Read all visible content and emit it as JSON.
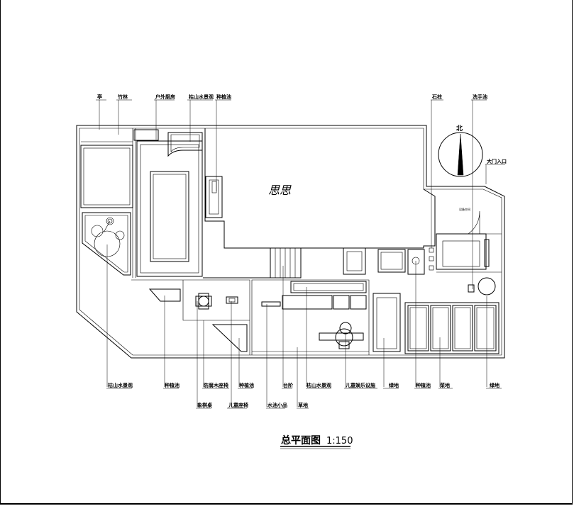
{
  "plan": {
    "room_name": "思思",
    "north": "北",
    "small_note": "设备空间",
    "title": "总平面图",
    "scale": "1:150"
  },
  "labels_top": {
    "pavilion": "亭",
    "bamboo": "竹林",
    "outdoor_kitchen": "户外厨房",
    "rockery_top": "枯山水景观",
    "planter_top": "种植池",
    "stone_column": "石柱",
    "wash_basin": "洗手池",
    "main_entrance": "大门入口"
  },
  "labels_bottom": {
    "rockery_left": "枯山水景观",
    "planter_1": "种植池",
    "wood_seat": "防腐木座椅",
    "planter_2": "种植池",
    "steps": "台阶",
    "rockery_mid": "枯山水景观",
    "kids_play": "儿童娱乐设施",
    "green_1": "绿地",
    "planter_3": "种植池",
    "vegetable": "菜地",
    "green_2": "绿地",
    "table": "象棋桌",
    "kids_chair": "儿童座椅",
    "water_feature": "水池小品",
    "lawn": "草地"
  }
}
